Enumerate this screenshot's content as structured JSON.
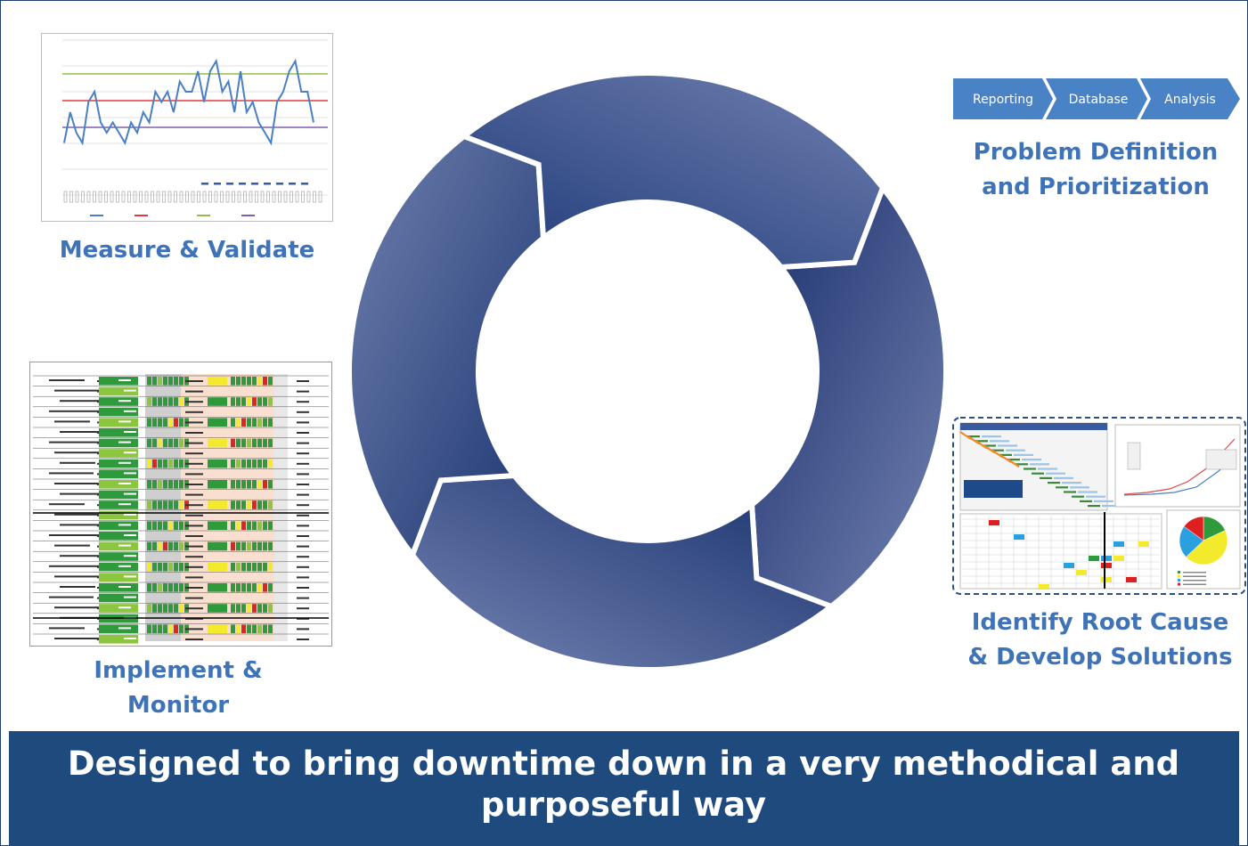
{
  "cycle_stages": {
    "measure": "Measure & Validate",
    "problem_line1": "Problem Definition",
    "problem_line2": "and Prioritization",
    "root_line1": "Identify Root Cause",
    "root_line2": "& Develop Solutions",
    "implement_line1": "Implement &",
    "implement_line2": "Monitor"
  },
  "process_chevrons": [
    "Reporting",
    "Database",
    "Analysis"
  ],
  "banner": {
    "text": "Designed to bring downtime down in a very methodical and purposeful way"
  },
  "mini_chart": {
    "series": [
      {
        "values": [
          5,
          8,
          6,
          5,
          9,
          10,
          7,
          6,
          7,
          6,
          5,
          7,
          6,
          8,
          7,
          10,
          9,
          10,
          8,
          11,
          10,
          10,
          12,
          9,
          12,
          13,
          10,
          11,
          8,
          12,
          8,
          9,
          7,
          6,
          5,
          9,
          10,
          12,
          13,
          10,
          10,
          7
        ],
        "color": "#4a7fc4"
      }
    ],
    "lines_colors": [
      "#8fbf4a",
      "#e23a3a",
      "#7b5fb0"
    ]
  },
  "colors": {
    "ring_dark": "#1e3a78",
    "ring_light": "#6e7fae",
    "label_blue": "#3f73b8",
    "banner": "#1f4a7d",
    "chevron": "#4a82c6"
  }
}
